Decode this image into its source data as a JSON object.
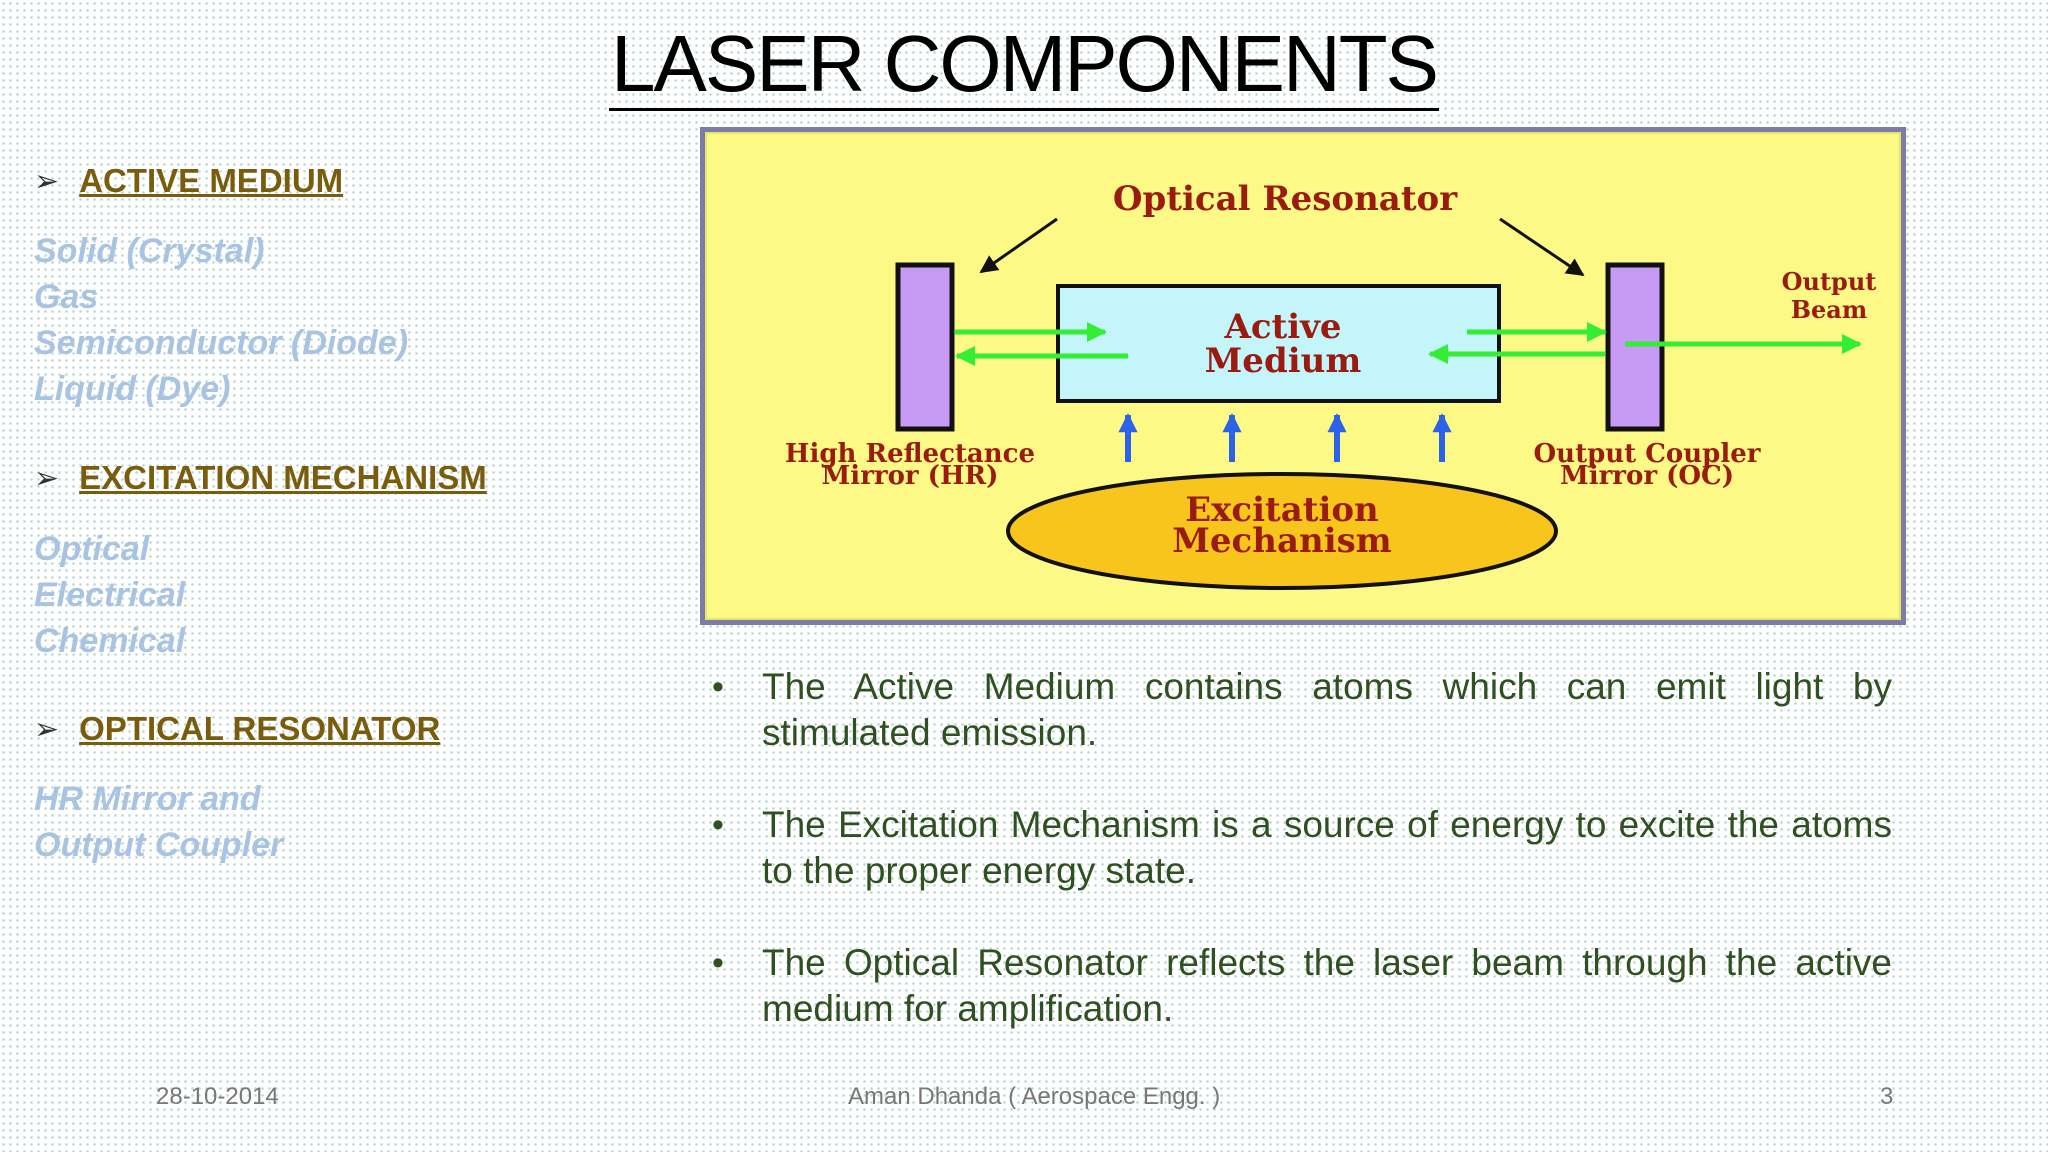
{
  "title": "LASER COMPONENTS",
  "sections": [
    {
      "heading": "ACTIVE MEDIUM",
      "items": [
        "Solid (Crystal)",
        "Gas",
        "Semiconductor (Diode)",
        "Liquid (Dye)"
      ]
    },
    {
      "heading": "EXCITATION MECHANISM",
      "items": [
        "Optical",
        "Electrical",
        "Chemical"
      ]
    },
    {
      "heading": "OPTICAL RESONATOR",
      "items": [
        "HR Mirror and",
        "Output Coupler"
      ]
    }
  ],
  "diagram": {
    "optical_resonator": "Optical Resonator",
    "active_medium_line1": "Active",
    "active_medium_line2": "Medium",
    "output_beam_line1": "Output",
    "output_beam_line2": "Beam",
    "hr_line1": "High Reflectance",
    "hr_line2": "Mirror (HR)",
    "oc_line1": "Output Coupler",
    "oc_line2": "Mirror (OC)",
    "excitation_line1": "Excitation",
    "excitation_line2": "Mechanism",
    "colors": {
      "background": "#fdf986",
      "mirror": "#c79bf5",
      "medium": "#c3f5fb",
      "beam": "#33ee33",
      "pump_arrow": "#2b62e8",
      "label": "#9a1c10",
      "excitation_fill": "#f8c51c"
    }
  },
  "bullets": [
    "The Active Medium contains atoms which can emit light by stimulated emission.",
    "The Excitation Mechanism is a source of energy to excite the atoms to the proper energy state.",
    "The Optical Resonator reflects the laser beam through the active medium for amplification."
  ],
  "footer": {
    "date": "28-10-2014",
    "author": "Aman Dhanda ( Aerospace Engg. )",
    "page": "3"
  }
}
